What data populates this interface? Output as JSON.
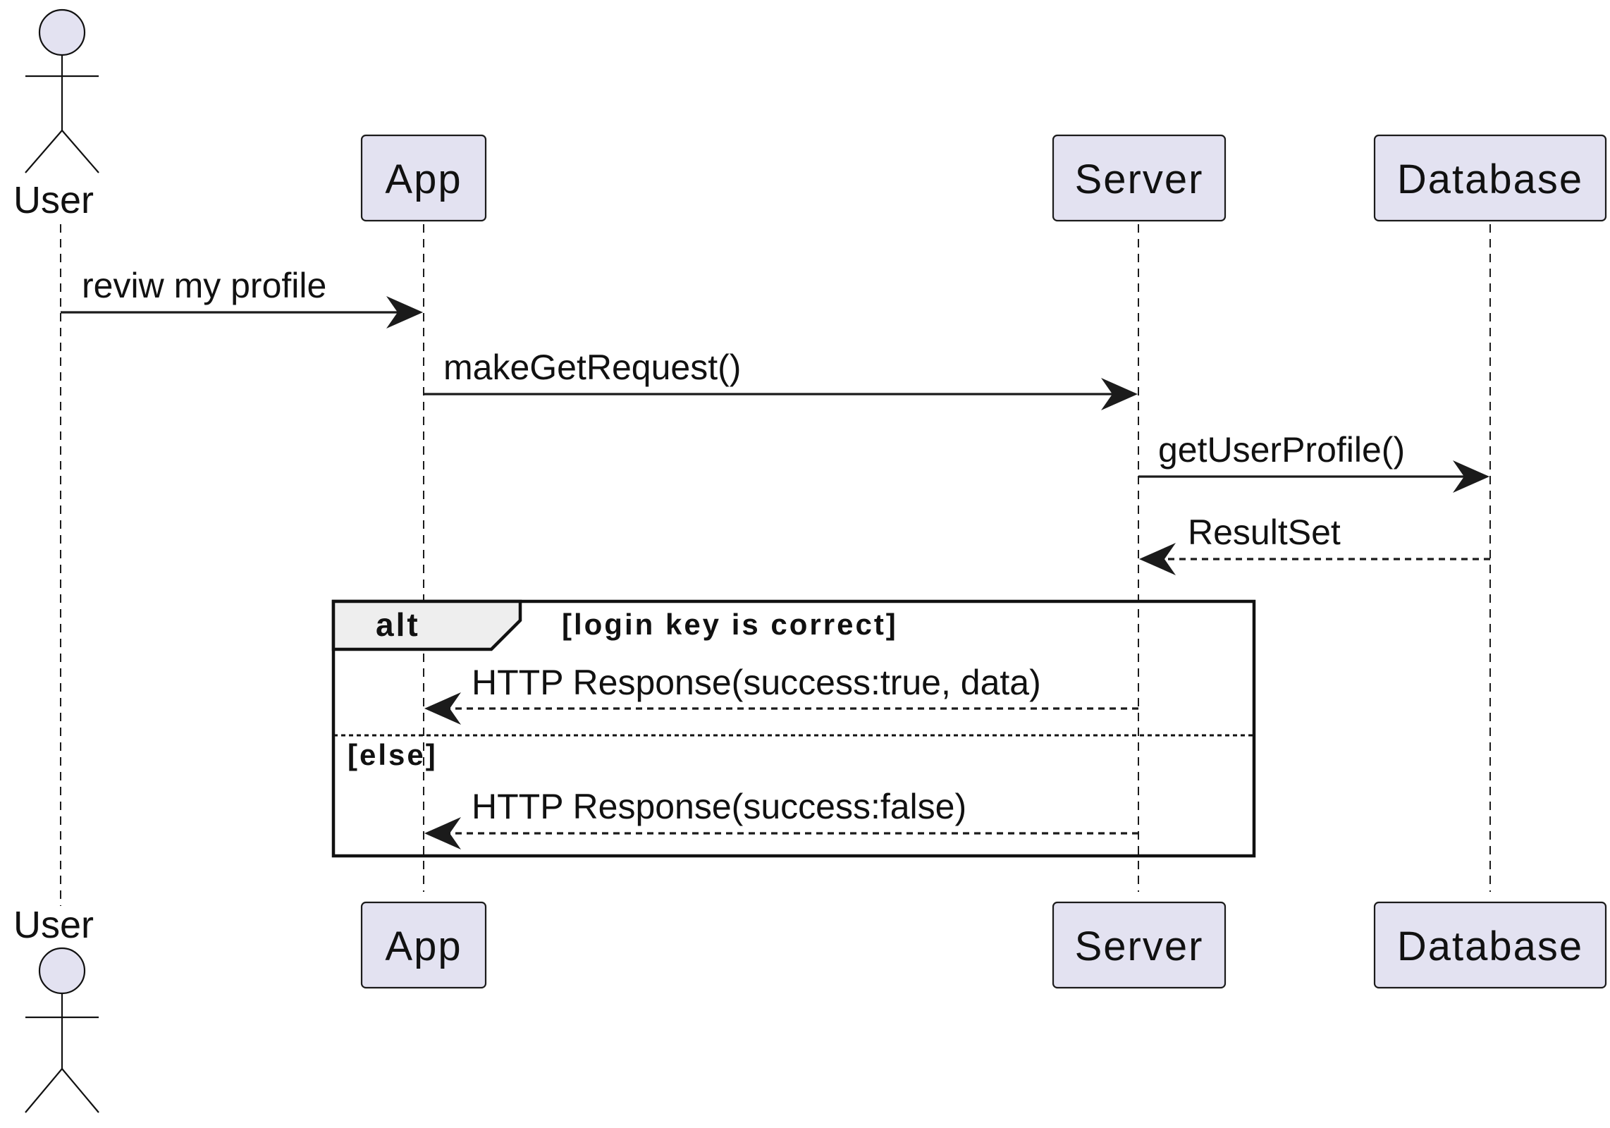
{
  "participants": {
    "user": "User",
    "app": "App",
    "server": "Server",
    "database": "Database"
  },
  "messages": [
    {
      "from": "User",
      "to": "App",
      "label": "reviw my profile",
      "style": "solid"
    },
    {
      "from": "App",
      "to": "Server",
      "label": "makeGetRequest()",
      "style": "solid"
    },
    {
      "from": "Server",
      "to": "Database",
      "label": "getUserProfile()",
      "style": "solid"
    },
    {
      "from": "Database",
      "to": "Server",
      "label": "ResultSet",
      "style": "dashed"
    }
  ],
  "fragment": {
    "keyword": "alt",
    "guard": "[login key is correct]",
    "else_guard": "[else]",
    "messages": [
      {
        "from": "Server",
        "to": "App",
        "label": "HTTP Response(success:true, data)",
        "style": "dashed"
      },
      {
        "from": "Server",
        "to": "App",
        "label": "HTTP Response(success:false)",
        "style": "dashed"
      }
    ]
  },
  "colors": {
    "participant_fill": "#e3e2f1",
    "line": "#1b1b1b",
    "fragment_tab": "#eeeeee"
  }
}
